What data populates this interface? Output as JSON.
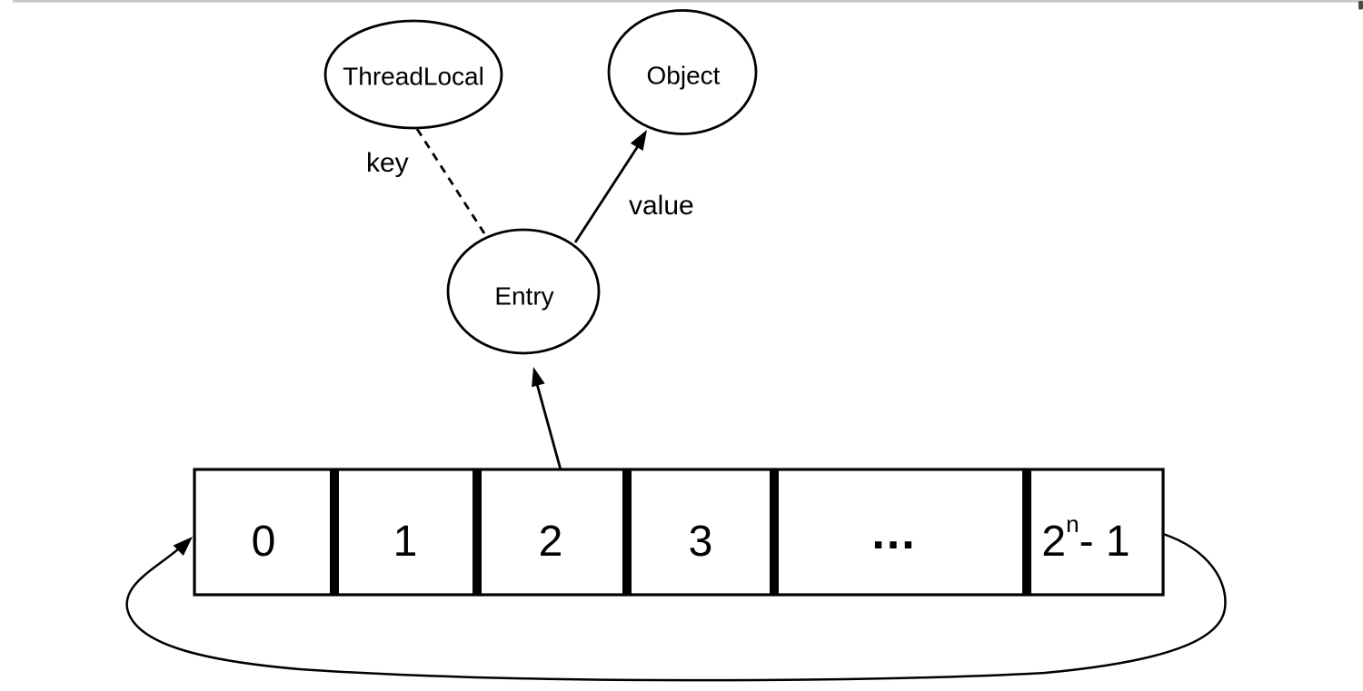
{
  "window": {
    "background": "#ffffff",
    "top_bar_color": "#c6c6c8",
    "scrollbar_thumb_color": "#4b4b4b"
  },
  "diagram": {
    "stroke_color": "#000000",
    "text_color": "#000000",
    "nodes": [
      {
        "id": "threadlocal",
        "label": "ThreadLocal",
        "shape": "ellipse"
      },
      {
        "id": "object",
        "label": "Object",
        "shape": "ellipse"
      },
      {
        "id": "entry",
        "label": "Entry",
        "shape": "ellipse"
      }
    ],
    "edges": [
      {
        "id": "key",
        "label": "key",
        "style": "dashed",
        "from": "ThreadLocal",
        "to": "Entry"
      },
      {
        "id": "value",
        "label": "value",
        "style": "solid-arrow",
        "from": "Entry",
        "to": "Object"
      },
      {
        "id": "slot-to-entry",
        "label": "",
        "style": "solid-arrow",
        "from": "array-slot-2",
        "to": "Entry"
      },
      {
        "id": "wrap-around",
        "label": "",
        "style": "curved-arrow",
        "from": "array-slot-2n-1",
        "to": "array-slot-0"
      }
    ],
    "array": {
      "cells": [
        {
          "label": "0"
        },
        {
          "label": "1"
        },
        {
          "label": "2"
        },
        {
          "label": "3"
        },
        {
          "label": "..."
        },
        {
          "base": "2",
          "sup": "n",
          "rest": "- 1"
        }
      ]
    }
  }
}
